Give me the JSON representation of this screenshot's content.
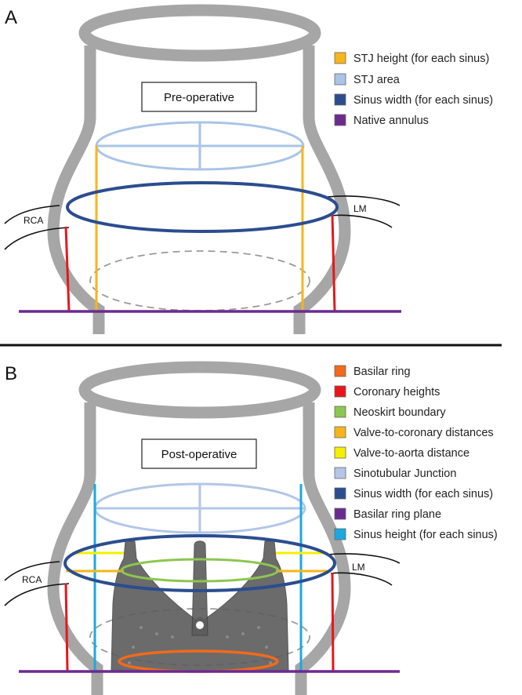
{
  "panels": {
    "a": {
      "letter": "A",
      "box_label": "Pre-operative",
      "rca_label": "RCA",
      "lm_label": "LM",
      "legend": [
        {
          "label": "STJ height (for each sinus)",
          "color": "#f7b51b"
        },
        {
          "label": "STJ area",
          "color": "#a9c4e6"
        },
        {
          "label": "Sinus width (for each sinus)",
          "color": "#2b4d8f"
        },
        {
          "label": "Native annulus",
          "color": "#6b2a90"
        }
      ]
    },
    "b": {
      "letter": "B",
      "box_label": "Post-operative",
      "rca_label": "RCA",
      "lm_label": "LM",
      "legend": [
        {
          "label": "Basilar ring",
          "color": "#f26a1b"
        },
        {
          "label": "Coronary heights",
          "color": "#e8161b"
        },
        {
          "label": "Neoskirt boundary",
          "color": "#8cc64e"
        },
        {
          "label": "Valve-to-coronary distances",
          "color": "#f7b51b"
        },
        {
          "label": "Valve-to-aorta distance",
          "color": "#f5f000"
        },
        {
          "label": "Sinotubular Junction",
          "color": "#b3c6e7"
        },
        {
          "label": "Sinus width (for each sinus)",
          "color": "#2b4d8f"
        },
        {
          "label": "Basilar ring plane",
          "color": "#6b2a90"
        },
        {
          "label": "Sinus height (for each sinus)",
          "color": "#1aa9e0"
        }
      ]
    }
  },
  "colors": {
    "aorta_wall": "#a6a6a6",
    "divider": "#111111",
    "coronary": "#111111",
    "dashed_annulus": "#9a9a9a",
    "valve_frame": "#555555"
  }
}
